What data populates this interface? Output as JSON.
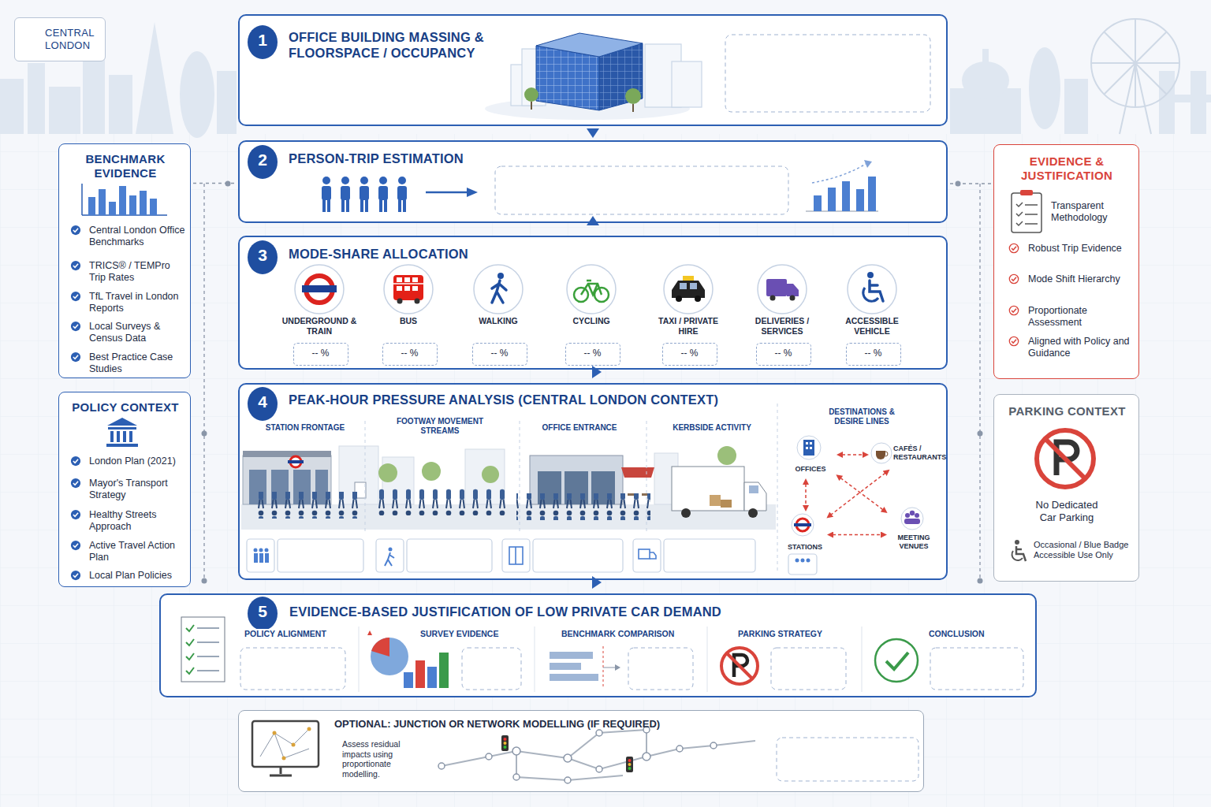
{
  "diagram": {
    "nodes": [
      {
        "text": [
          "CENTRAL LONDON"
        ]
      },
      {
        "text": [
          "OFFICE BUILDING MASSING & FLOORSPACE / OCCUPANCY"
        ]
      },
      {
        "text": [
          "1"
        ],
        "in": 1
      },
      {
        "text": [
          "PERSON-TRIP ESTIMATION"
        ]
      },
      {
        "text": [
          "2"
        ],
        "in": 3
      },
      {
        "text": [
          "MODE-SHARE ALLOCATION"
        ]
      },
      {
        "text": [
          "3"
        ],
        "in": 5
      },
      {
        "text": [
          "-- %"
        ],
        "in": 5
      },
      {
        "text": [
          "-- %"
        ],
        "in": 5
      },
      {
        "text": [
          "-- %"
        ],
        "in": 5
      },
      {
        "text": [
          "-- %"
        ],
        "in": 5
      },
      {
        "text": [
          "-- %"
        ],
        "in": 5
      },
      {
        "text": [
          "-- %"
        ],
        "in": 5
      },
      {
        "text": [
          "-- %"
        ],
        "in": 5
      },
      {
        "text": [
          "PEAK-HOUR PRESSURE ANALYSIS (CENTRAL LONDON CONTEXT)"
        ]
      },
      {
        "text": [
          "4"
        ],
        "in": 14
      },
      {
        "text": [
          "OFFICES"
        ],
        "in": 14
      },
      {
        "text": [
          "CAFÉS / RESTAURANTS"
        ],
        "in": 14
      },
      {
        "text": [
          "STATIONS"
        ],
        "in": 14
      },
      {
        "text": [
          "MEETING VENUES"
        ],
        "in": 14
      },
      {
        "text": [
          "EVIDENCE-BASED JUSTIFICATION OF LOW PRIVATE CAR DEMAND"
        ]
      },
      {
        "text": [
          "5"
        ],
        "in": 20
      },
      {
        "text": [
          "OPTIONAL: JUNCTION OR NETWORK MODELLING (IF REQUIRED)",
          "Assess residual impacts using proportionate modelling."
        ]
      },
      {
        "text": [
          "BENCHMARK EVIDENCE",
          "Central London Office Benchmarks",
          "TRICS® / TEMPro Trip Rates",
          "TfL Travel in London Reports",
          "Local Surveys & Census Data",
          "Best Practice Case Studies"
        ]
      },
      {
        "text": [
          "POLICY CONTEXT",
          "London Plan (2021)",
          "Mayor's Transport Strategy",
          "Healthy Streets Approach",
          "Active Travel Action Plan",
          "Local Plan Policies"
        ]
      },
      {
        "text": [
          "EVIDENCE & JUSTIFICATION",
          "Transparent Methodology",
          "Robust Trip Evidence",
          "Mode Shift Hierarchy",
          "Proportionate Assessment",
          "Aligned with Policy and Guidance"
        ]
      },
      {
        "text": [
          "PARKING CONTEXT",
          "No Dedicated Car Parking",
          "Occasional / Blue Badge Accessible Use Only"
        ]
      }
    ],
    "edges": [
      {
        "from": 1,
        "to": 3,
        "arrow": "to"
      },
      {
        "from": 3,
        "to": 5,
        "arrow": "to"
      },
      {
        "from": 5,
        "to": 14,
        "arrow": "to"
      },
      {
        "from": 14,
        "to": 20,
        "arrow": "to"
      },
      {
        "from": 23,
        "to": 3,
        "arrow": "none"
      },
      {
        "from": 25,
        "to": 3,
        "arrow": "none"
      },
      {
        "from": 16,
        "to": 17,
        "arrow": "both"
      },
      {
        "from": 16,
        "to": 18,
        "arrow": "both"
      },
      {
        "from": 16,
        "to": 19,
        "arrow": "both"
      },
      {
        "from": 17,
        "to": 18,
        "arrow": "both"
      },
      {
        "from": 18,
        "to": 19,
        "arrow": "both"
      }
    ],
    "labels": [
      "UNDERGROUND & TRAIN",
      "BUS",
      "WALKING",
      "CYCLING",
      "TAXI / PRIVATE HIRE",
      "DELIVERIES / SERVICES",
      "ACCESSIBLE VEHICLE",
      "STATION FRONTAGE",
      "FOOTWAY MOVEMENT STREAMS",
      "OFFICE ENTRANCE",
      "KERBSIDE ACTIVITY",
      "DESTINATIONS & DESIRE LINES",
      "POLICY ALIGNMENT",
      "SURVEY EVIDENCE",
      "BENCHMARK COMPARISON",
      "PARKING STRATEGY",
      "CONCLUSION"
    ]
  }
}
